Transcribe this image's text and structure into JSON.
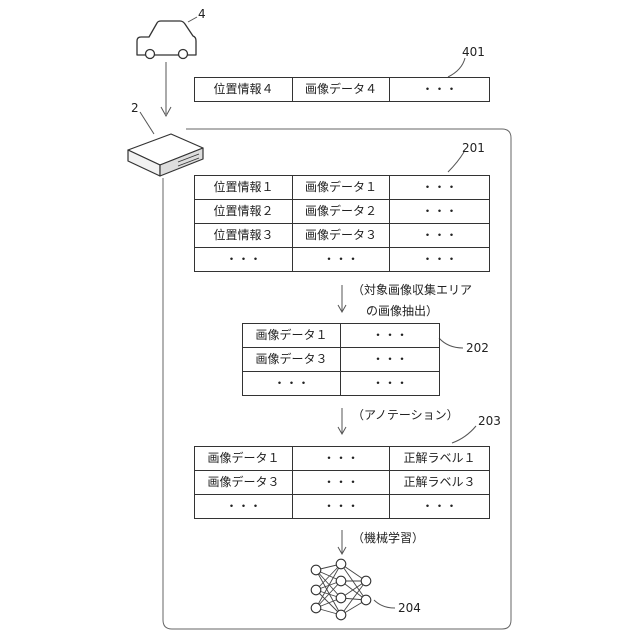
{
  "refs": {
    "vehicle": "4",
    "server": "2",
    "table_401": "401",
    "table_201": "201",
    "table_202": "202",
    "table_203": "203",
    "network": "204"
  },
  "table_401": [
    [
      "位置情報４",
      "画像データ４",
      "・・・"
    ]
  ],
  "table_201": [
    [
      "位置情報１",
      "画像データ１",
      "・・・"
    ],
    [
      "位置情報２",
      "画像データ２",
      "・・・"
    ],
    [
      "位置情報３",
      "画像データ３",
      "・・・"
    ],
    [
      "・・・",
      "・・・",
      "・・・"
    ]
  ],
  "table_202": [
    [
      "画像データ１",
      "・・・"
    ],
    [
      "画像データ３",
      "・・・"
    ],
    [
      "・・・",
      "・・・"
    ]
  ],
  "table_203": [
    [
      "画像データ１",
      "・・・",
      "正解ラベル１"
    ],
    [
      "画像データ３",
      "・・・",
      "正解ラベル３"
    ],
    [
      "・・・",
      "・・・",
      "・・・"
    ]
  ],
  "steps": {
    "extract_line1": "（対象画像収集エリア",
    "extract_line2": "の画像抽出）",
    "annotation": "（アノテーション）",
    "learning": "（機械学習）"
  }
}
